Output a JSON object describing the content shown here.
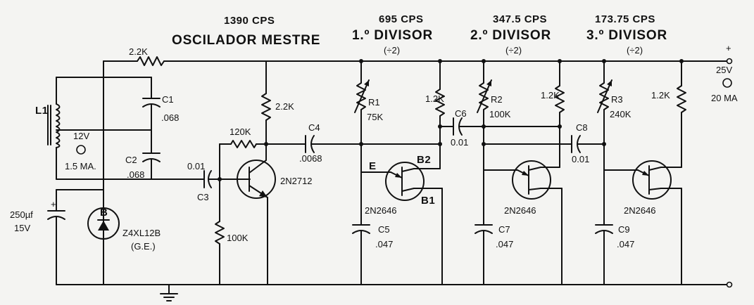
{
  "headers": {
    "osc_freq": "1390 CPS",
    "osc_title": "OSCILADOR MESTRE",
    "div1_freq": "695 CPS",
    "div1_title": "1.º DIVISOR",
    "div1_ratio": "(÷2)",
    "div2_freq": "347.5 CPS",
    "div2_title": "2.º DIVISOR",
    "div2_ratio": "(÷2)",
    "div3_freq": "173.75 CPS",
    "div3_title": "3.º DIVISOR",
    "div3_ratio": "(÷2)"
  },
  "supply": {
    "voltage": "25V",
    "current": "20 MA"
  },
  "components": {
    "r_top": "2.2K",
    "l1": "L1",
    "c1_name": "C1",
    "c1_value": ".068",
    "c2_name": "C2",
    "c2_value": ".068",
    "node_voltage": "12V",
    "node_current": "1.5 MA.",
    "cap_main_value": "250µf",
    "cap_main_voltage": "15V",
    "zener_letter": "B",
    "zener_part": "Z4XL12B",
    "zener_maker": "(G.E.)",
    "c3_value": "0.01",
    "c3_name": "C3",
    "r_100k": "100K",
    "r_120k": "120K",
    "r_2k2_coll": "2.2K",
    "q1_part": "2N2712",
    "c4_name": "C4",
    "c4_value": ".0068",
    "r1_name": "R1",
    "r1_value": "75K",
    "r1k2_a": "1.2K",
    "c6_name": "C6",
    "c6_value": "0.01",
    "q2_e": "E",
    "q2_b2": "B2",
    "q2_b1": "B1",
    "q2_part": "2N2646",
    "c5_name": "C5",
    "c5_value": ".047",
    "r2_name": "R2",
    "r2_value": "100K",
    "r1k2_b": "1.2K",
    "c8_name": "C8",
    "c8_value": "0.01",
    "q3_part": "2N2646",
    "c7_name": "C7",
    "c7_value": ".047",
    "r3_name": "R3",
    "r3_value": "240K",
    "r1k2_c": "1.2K",
    "q4_part": "2N2646",
    "c9_name": "C9",
    "c9_value": ".047"
  }
}
